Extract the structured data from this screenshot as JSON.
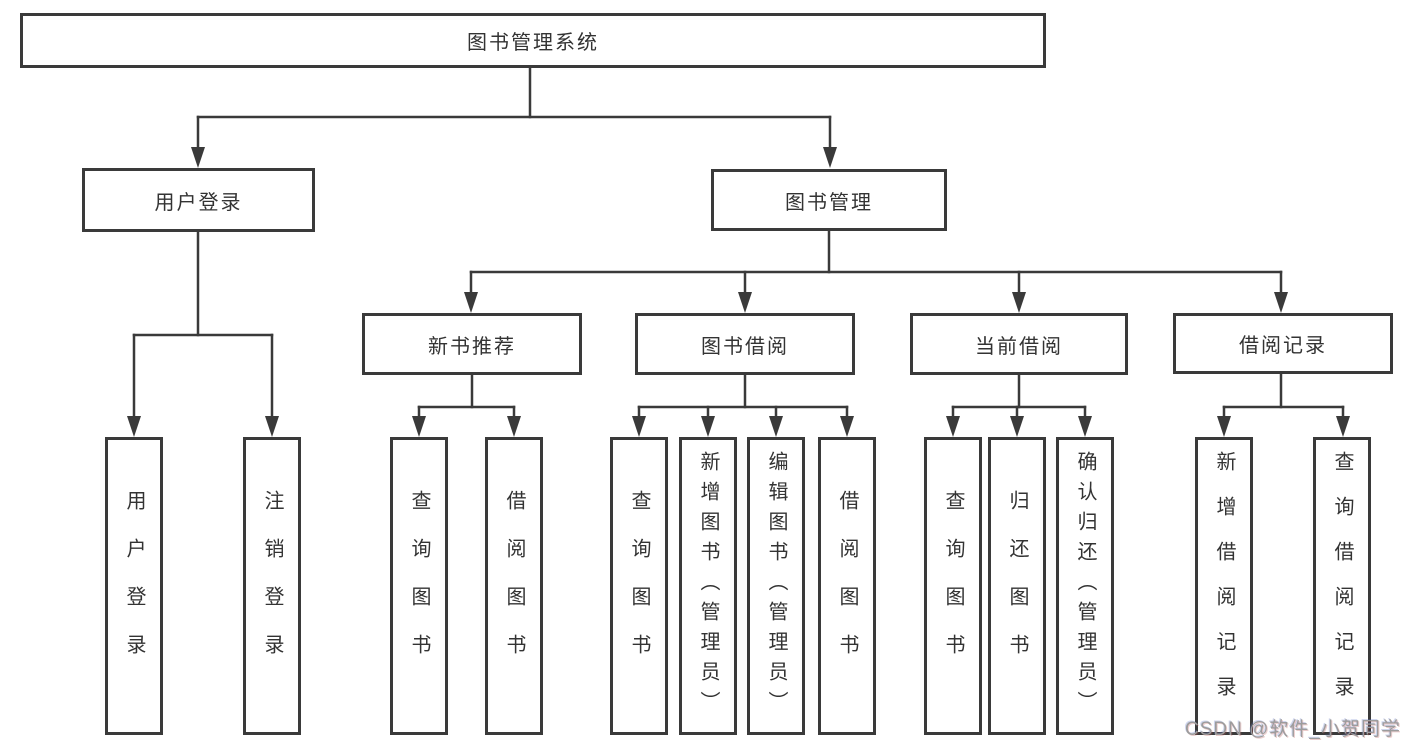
{
  "root": {
    "label": "图书管理系统"
  },
  "level1": [
    {
      "label": "用户登录"
    },
    {
      "label": "图书管理"
    }
  ],
  "level2": [
    {
      "label": "新书推荐"
    },
    {
      "label": "图书借阅"
    },
    {
      "label": "当前借阅"
    },
    {
      "label": "借阅记录"
    }
  ],
  "leaves": [
    {
      "label": "用户登录"
    },
    {
      "label": "注销登录"
    },
    {
      "label": "查询图书"
    },
    {
      "label": "借阅图书"
    },
    {
      "label": "查询图书"
    },
    {
      "label": "新增图书（管理员）"
    },
    {
      "label": "编辑图书（管理员）"
    },
    {
      "label": "借阅图书"
    },
    {
      "label": "查询图书"
    },
    {
      "label": "归还图书"
    },
    {
      "label": "确认归还（管理员）"
    },
    {
      "label": "新增借阅记录"
    },
    {
      "label": "查询借阅记录"
    }
  ],
  "hierarchy": {
    "图书管理系统": {
      "用户登录": [
        "用户登录",
        "注销登录"
      ],
      "图书管理": {
        "新书推荐": [
          "查询图书",
          "借阅图书"
        ],
        "图书借阅": [
          "查询图书",
          "新增图书（管理员）",
          "编辑图书（管理员）",
          "借阅图书"
        ],
        "当前借阅": [
          "查询图书",
          "归还图书",
          "确认归还（管理员）"
        ],
        "借阅记录": [
          "新增借阅记录",
          "查询借阅记录"
        ]
      }
    }
  },
  "watermark": {
    "text": "CSDN @软件_小贺同学"
  },
  "colors": {
    "line": "#3a3a3a",
    "text": "#333333",
    "background": "#ffffff",
    "watermark": "#9c9c9c"
  }
}
